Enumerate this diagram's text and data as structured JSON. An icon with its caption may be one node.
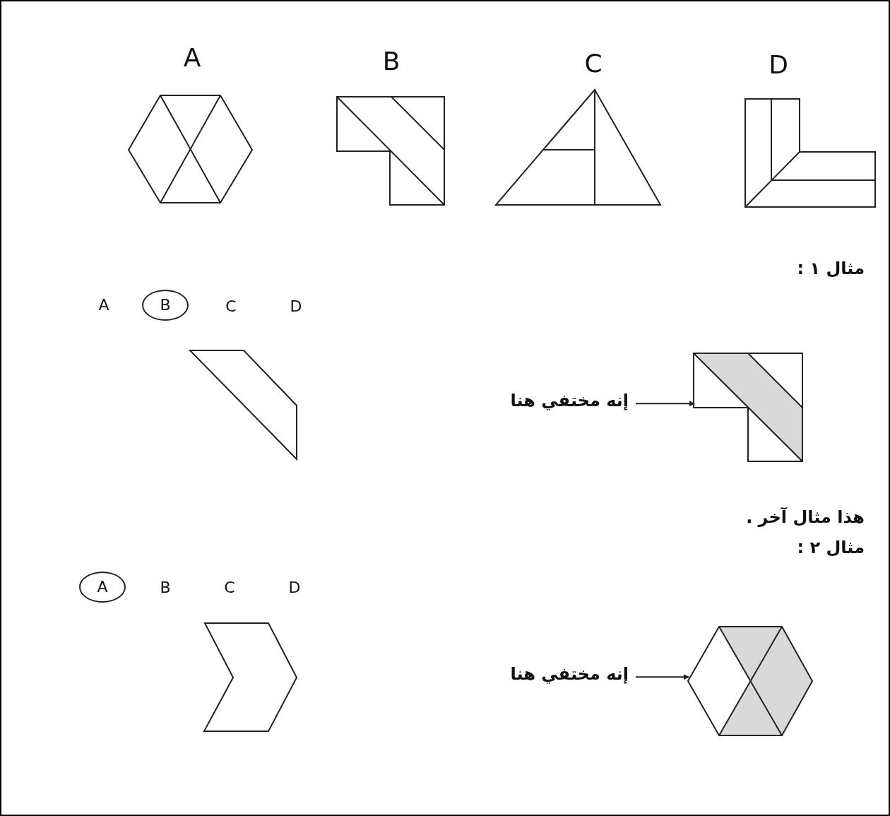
{
  "diagram": {
    "nodes": [
      {
        "text": [
          "B"
        ]
      },
      {
        "text": [
          "إنه مختفي هنا"
        ]
      },
      {
        "text": [],
        "shape": "picture"
      },
      {
        "text": [
          "A"
        ]
      },
      {
        "text": [
          "إنه مختفي هنا"
        ]
      },
      {
        "text": [],
        "shape": "picture"
      }
    ],
    "edges": [
      {
        "from": 1,
        "to": 2,
        "arrow": "to"
      },
      {
        "from": 4,
        "to": 5,
        "arrow": "to"
      }
    ],
    "labels": [
      "A",
      "B",
      "C",
      "D",
      "مثال ١ :",
      "A",
      "C",
      "D",
      "هذا مثال آخر .",
      "مثال ٢ :",
      "B",
      "C",
      "D"
    ]
  }
}
